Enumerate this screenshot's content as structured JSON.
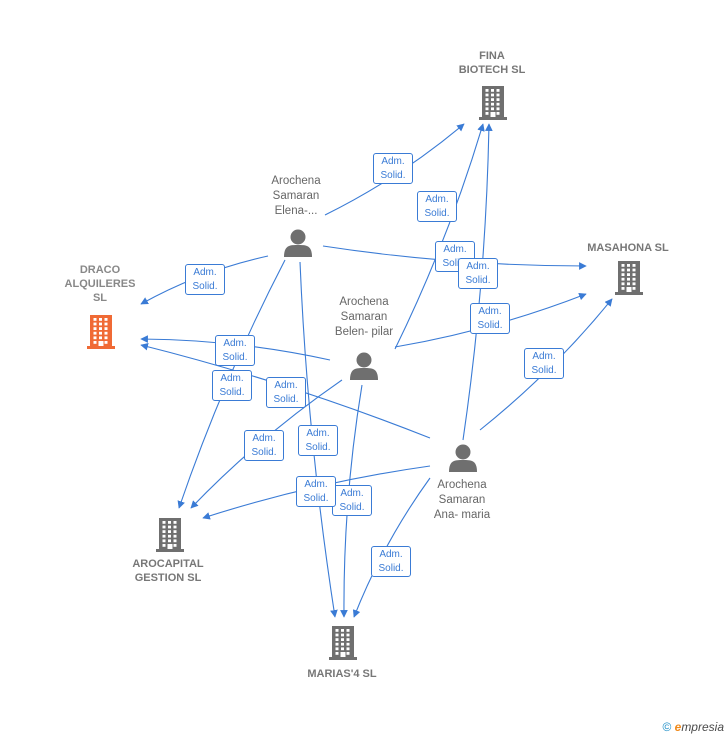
{
  "nodes": {
    "fina": {
      "type": "company",
      "lines": [
        "FINA",
        "BIOTECH SL"
      ],
      "color": "#6f6f6f"
    },
    "masahona": {
      "type": "company",
      "lines": [
        "MASAHONA SL"
      ],
      "color": "#6f6f6f"
    },
    "draco": {
      "type": "company",
      "lines": [
        "DRACO",
        "ALQUILERES",
        "SL"
      ],
      "color": "#f06a35"
    },
    "arocapital": {
      "type": "company",
      "lines": [
        "AROCAPITAL",
        "GESTION SL"
      ],
      "color": "#6f6f6f"
    },
    "marias4": {
      "type": "company",
      "lines": [
        "MARIAS'4 SL"
      ],
      "color": "#6f6f6f"
    },
    "elena": {
      "type": "person",
      "lines": [
        "Arochena",
        "Samaran",
        "Elena-..."
      ],
      "color": "#6f6f6f"
    },
    "belen": {
      "type": "person",
      "lines": [
        "Arochena",
        "Samaran",
        "Belen- pilar"
      ],
      "color": "#6f6f6f"
    },
    "ana": {
      "type": "person",
      "lines": [
        "Arochena",
        "Samaran",
        "Ana- maria"
      ],
      "color": "#6f6f6f"
    }
  },
  "edge_label": [
    "Adm.",
    "Solid."
  ],
  "edge_color": "#3a7bd5",
  "edges": [
    {
      "from": "elena",
      "to": "fina"
    },
    {
      "from": "elena",
      "to": "masahona"
    },
    {
      "from": "elena",
      "to": "draco"
    },
    {
      "from": "elena",
      "to": "arocapital"
    },
    {
      "from": "elena",
      "to": "marias4"
    },
    {
      "from": "belen",
      "to": "fina"
    },
    {
      "from": "belen",
      "to": "masahona"
    },
    {
      "from": "belen",
      "to": "draco"
    },
    {
      "from": "belen",
      "to": "arocapital"
    },
    {
      "from": "belen",
      "to": "marias4"
    },
    {
      "from": "ana",
      "to": "fina"
    },
    {
      "from": "ana",
      "to": "masahona"
    },
    {
      "from": "ana",
      "to": "draco"
    },
    {
      "from": "ana",
      "to": "arocapital"
    },
    {
      "from": "ana",
      "to": "marias4"
    }
  ],
  "footer": {
    "copyright": "©",
    "brand_initial": "e",
    "brand_rest": "mpresia"
  }
}
